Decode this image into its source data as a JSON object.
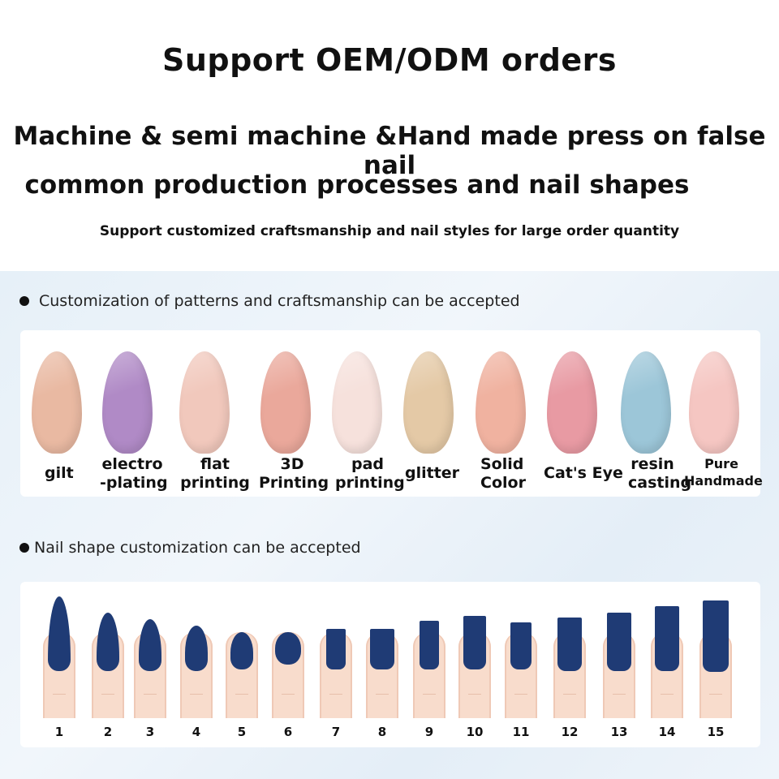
{
  "header": {
    "title": "Support OEM/ODM orders",
    "subtitle_line1": "Machine & semi machine &Hand made press on false nail",
    "subtitle_line2": "common production processes and nail shapes",
    "note": "Support customized craftsmanship and nail styles for large order quantity"
  },
  "craft_section": {
    "heading": "Customization of patterns and craftsmanship can be accepted",
    "items": [
      {
        "label": "gilt",
        "color": "#e9b9a2"
      },
      {
        "label": "electro\n-plating",
        "color": "#b08ac6"
      },
      {
        "label": "flat\nprinting",
        "color": "#f1c8bc"
      },
      {
        "label": "3D\nPrinting",
        "color": "#eaa89b"
      },
      {
        "label": "pad\nprinting",
        "color": "#f6e1dc"
      },
      {
        "label": "glitter",
        "color": "#e4c9a6"
      },
      {
        "label": "Solid\nColor",
        "color": "#f0b2a0"
      },
      {
        "label": "Cat's Eye",
        "color": "#e89aa3"
      },
      {
        "label": "resin\ncasting",
        "color": "#9cc6d8"
      },
      {
        "label": "Pure\nHandmade",
        "color": "#f5c6c2"
      }
    ]
  },
  "shape_section": {
    "heading": "Nail shape customization can be accepted",
    "shape_color": "#1f3b75",
    "numbers": [
      "1",
      "2",
      "3",
      "4",
      "5",
      "6",
      "7",
      "8",
      "9",
      "10",
      "11",
      "12",
      "13",
      "14",
      "15"
    ]
  }
}
